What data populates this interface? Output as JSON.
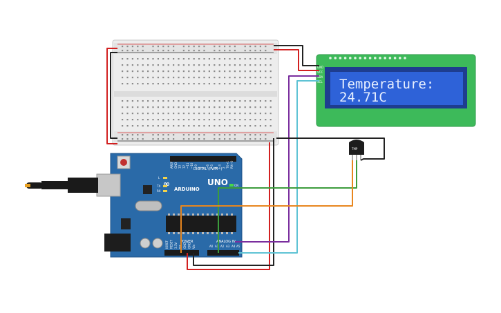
{
  "lcd": {
    "line1": "Temperature:",
    "line2": "24.71C",
    "pin_labels": [
      "GND",
      "VCC",
      "SDA",
      "SCL"
    ]
  },
  "sensor": {
    "label": "TMP"
  },
  "arduino": {
    "model": "UNO",
    "brand": "ARDUINO",
    "digital_label": "DIGITAL (PWM~)",
    "power_label": "POWER",
    "analog_label": "ANALOG IN",
    "on_label": "ON",
    "analog_pins": [
      "A0",
      "A1",
      "A2",
      "A3",
      "A4",
      "A5"
    ],
    "power_pins": [
      "IOREF",
      "RESET",
      "3.3V",
      "5V",
      "GND",
      "GND",
      "Vin"
    ],
    "digital_pins": [
      "AREF",
      "GND",
      "13",
      "12",
      "~11",
      "~10",
      "~9",
      "8",
      "7",
      "~6",
      "~5",
      "4",
      "~3",
      "2",
      "TX→1",
      "RX←0"
    ],
    "led_labels": [
      "L",
      "TX",
      "RX"
    ]
  },
  "colors": {
    "board": "#2a6aa8",
    "lcd_frame": "#3dba5a",
    "lcd_screen": "#2e62d8",
    "wire_red": "#d22020",
    "wire_black": "#222222",
    "wire_purple": "#7a2e9e",
    "wire_cyan": "#5ec3d4",
    "wire_green": "#3c9c3c",
    "wire_orange": "#e8861e"
  }
}
